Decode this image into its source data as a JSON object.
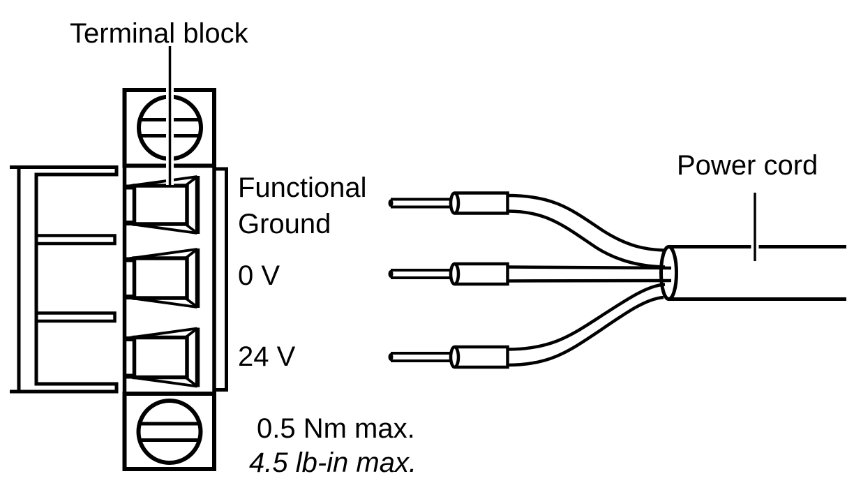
{
  "figure": {
    "terminal_block_label": "Terminal block",
    "power_cord_label": "Power cord",
    "terminals": [
      {
        "id": "functional-ground",
        "label_line1": "Functional",
        "label_line2": "Ground"
      },
      {
        "id": "0v",
        "label_line1": "0 V"
      },
      {
        "id": "24v",
        "label_line1": "24 V"
      }
    ],
    "torque_spec": {
      "metric": "0.5 Nm max.",
      "imperial": "4.5 lb-in max."
    },
    "colors": {
      "line": "#000000",
      "background": "#ffffff"
    }
  }
}
